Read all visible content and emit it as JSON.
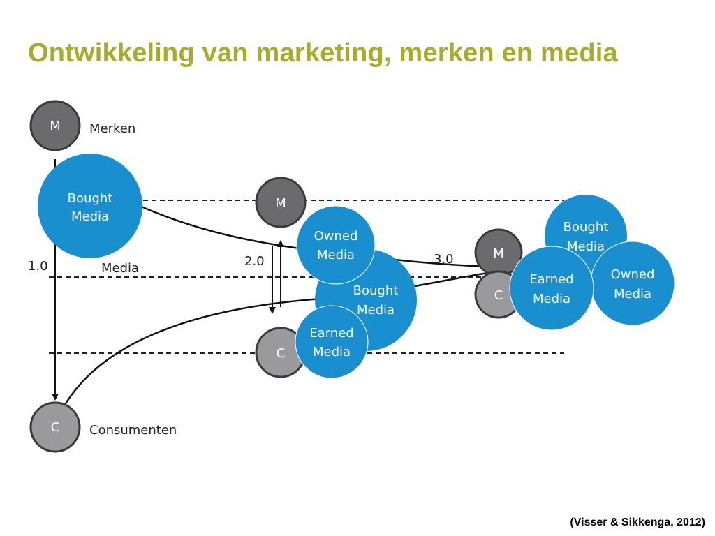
{
  "title": "Ontwikkeling van marketing, merken en media",
  "citation": "(Visser & Sikkenga, 2012)",
  "colors": {
    "title": "#a6ac2b",
    "media_blue": "#1a8fd0",
    "brand_dark_gray": "#6b6b6d",
    "consumer_gray": "#9a9a9c"
  },
  "labels": {
    "merken": "Merken",
    "media": "Media",
    "consumenten": "Consumenten"
  },
  "versions": {
    "v1": "1.0",
    "v2": "2.0",
    "v3": "3.0"
  },
  "nodes": {
    "m": "M",
    "c": "C",
    "bought_1": "Bought",
    "bought_2": "Media",
    "owned_1": "Owned",
    "owned_2": "Media",
    "earned_1": "Earned",
    "earned_2": "Media"
  }
}
